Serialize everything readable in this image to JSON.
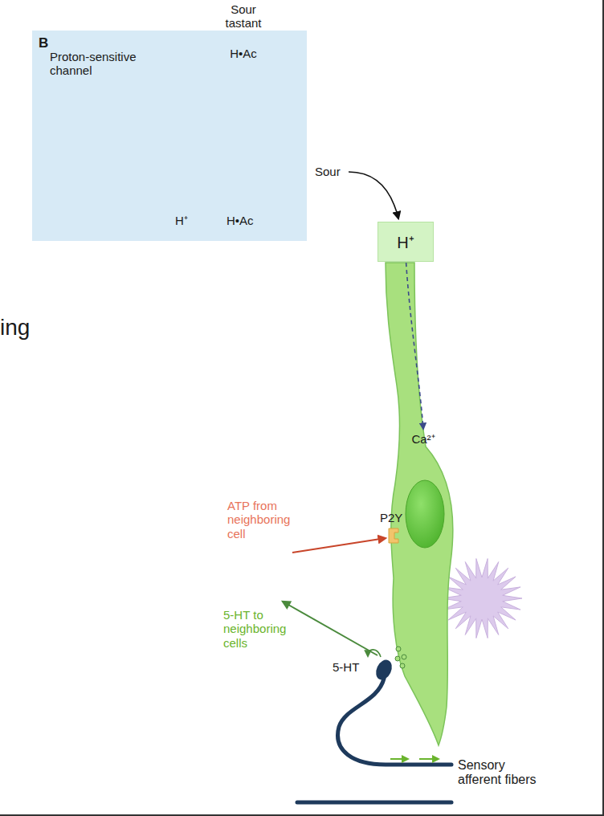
{
  "diagram": {
    "nodes": [
      {
        "text": [
          "B"
        ]
      },
      {
        "text": [
          "H⁺"
        ]
      }
    ],
    "labels": [
      "Proton-sensitive channel",
      "Sour tastant",
      "H•Ac",
      "H⁺",
      "H•Ac",
      "Sour",
      "Ca²⁺",
      "P2Y",
      "ATP from neighboring cell",
      "5-HT to neighboring cells",
      "5-HT",
      "Sensory afferent fibers",
      "ing"
    ]
  }
}
